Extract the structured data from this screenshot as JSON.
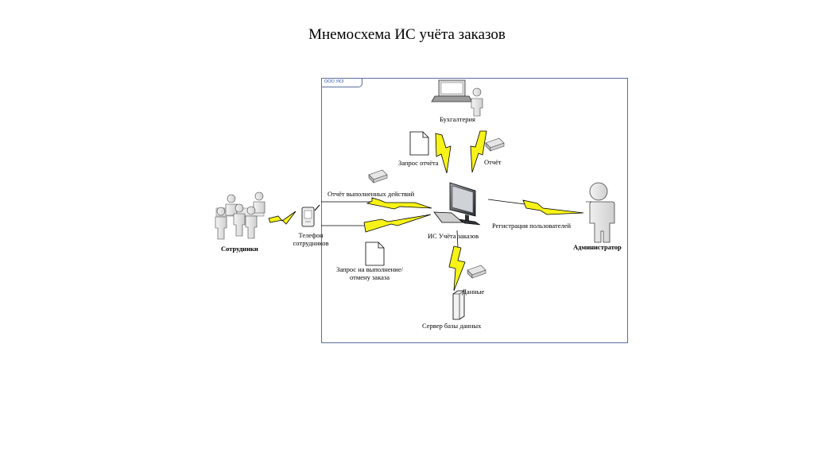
{
  "title": "Мнемосхема ИС учёта заказов",
  "boundary_label": "ООО УКЗ",
  "nodes": {
    "accounting": "Бухгалтерия",
    "system": "ИС Учёта заказов",
    "employees": "Сотрудники",
    "phone": "Телефон\nсотрудников",
    "admin": "Администратор",
    "db_server": "Сервер базы данных"
  },
  "flows": {
    "report_request": "Запрос отчёта",
    "report": "Отчёт",
    "actions_report": "Отчёт выполненных действий",
    "user_registration": "Регистрация пользователей",
    "order_request": "Запрос на выполнение/\nотмену заказа",
    "data": "Данные"
  },
  "colors": {
    "boundary": "#5b6e9a",
    "bolt_fill": "#f7f318",
    "icon_fill": "#e6e6e6"
  }
}
